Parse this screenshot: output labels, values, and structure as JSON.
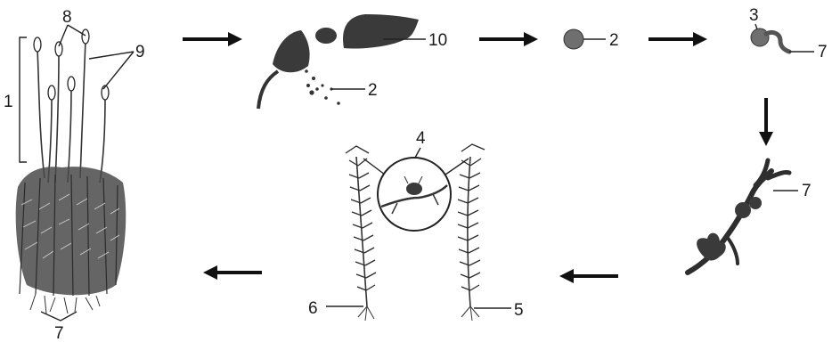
{
  "labels": {
    "l1": "1",
    "l2a": "2",
    "l2b": "2",
    "l3": "3",
    "l4": "4",
    "l5": "5",
    "l6": "6",
    "l7a": "7",
    "l7b": "7",
    "l7c": "7",
    "l8": "8",
    "l9": "9",
    "l10": "10"
  },
  "colors": {
    "ink": "#1a1a1a",
    "fill_dark": "#3a3a3a",
    "fill_mid": "#6f6f6f",
    "background": "#ffffff"
  }
}
